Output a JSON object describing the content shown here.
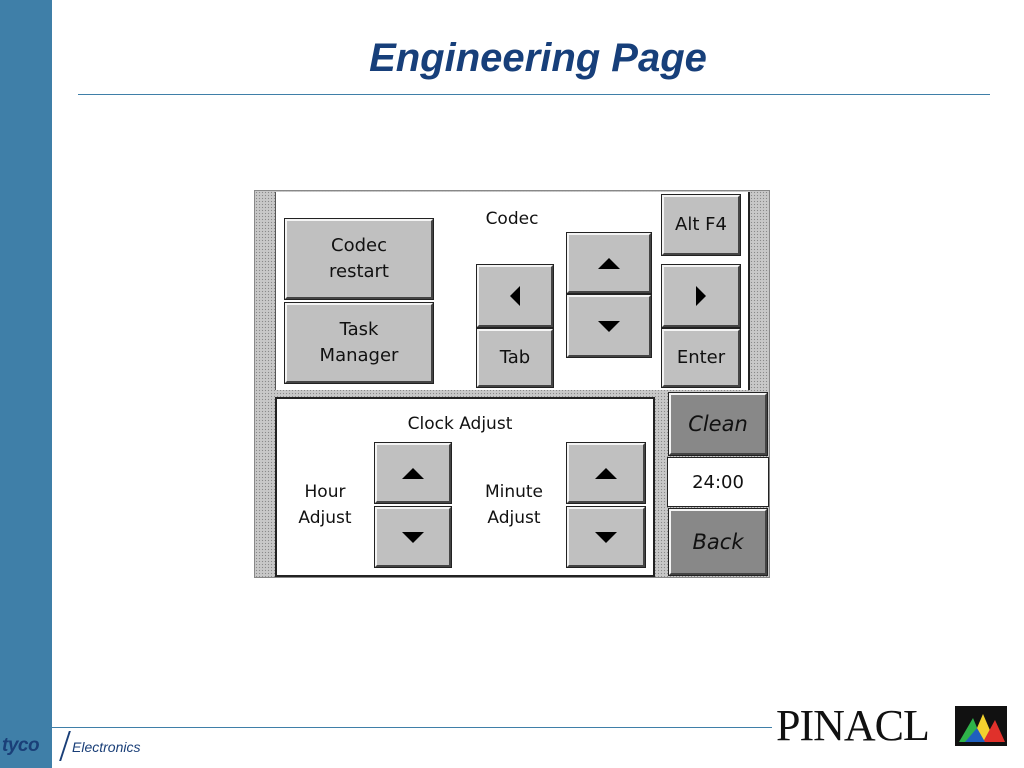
{
  "page": {
    "title": "Engineering Page"
  },
  "codec": {
    "label": "Codec",
    "restart_label": "Codec\nrestart",
    "task_manager_label": "Task\nManager",
    "tab_label": "Tab",
    "alt_f4_label": "Alt F4",
    "enter_label": "Enter"
  },
  "clock": {
    "label": "Clock Adjust",
    "hour_label": "Hour\nAdjust",
    "minute_label": "Minute\nAdjust",
    "time_value": "24:00"
  },
  "side_buttons": {
    "clean_label": "Clean",
    "back_label": "Back"
  },
  "icons": {
    "up": "arrow-up-icon",
    "down": "arrow-down-icon",
    "left": "arrow-left-icon",
    "right": "arrow-right-icon"
  },
  "branding": {
    "tyco": "tyco",
    "electronics": "Electronics",
    "pinacl": "PINACL"
  },
  "colors": {
    "accent": "#3f7fa8",
    "title": "#173f7a",
    "button": "#c0c0c0",
    "button_dark": "#888888"
  }
}
